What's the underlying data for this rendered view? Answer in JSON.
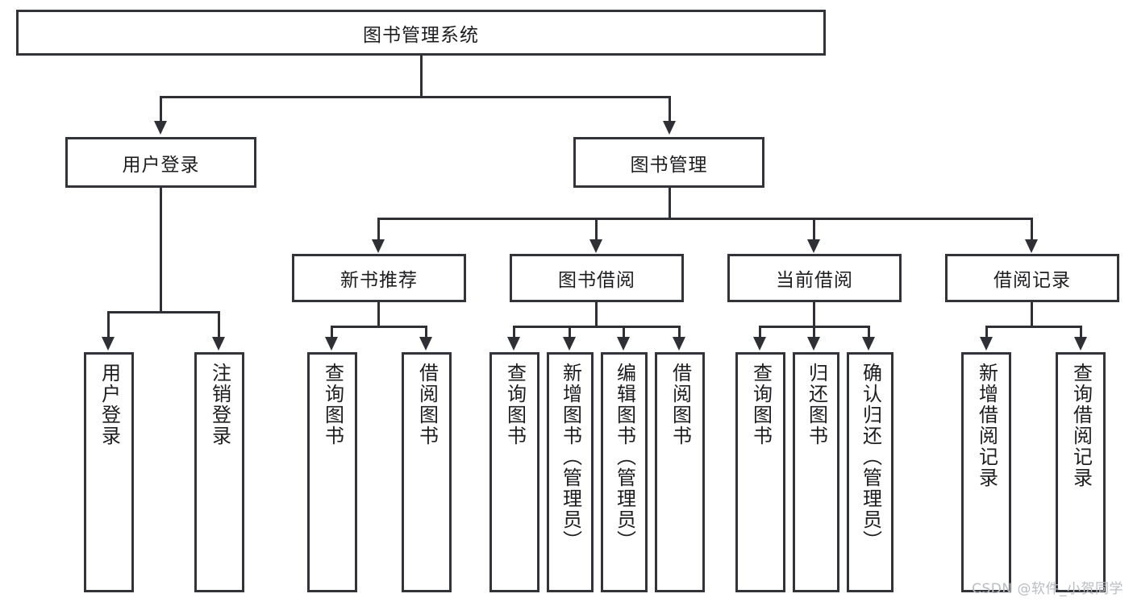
{
  "diagram": {
    "title": "图书管理系统",
    "root": {
      "label": "图书管理系统"
    },
    "level2": [
      {
        "label": "用户登录"
      },
      {
        "label": "图书管理"
      }
    ],
    "level3": [
      {
        "label": "新书推荐"
      },
      {
        "label": "图书借阅"
      },
      {
        "label": "当前借阅"
      },
      {
        "label": "借阅记录"
      }
    ],
    "leaves": {
      "user_login": [
        {
          "label": "用户登录"
        },
        {
          "label": "注销登录"
        }
      ],
      "new_book_recommend": [
        {
          "label": "查询图书"
        },
        {
          "label": "借阅图书"
        }
      ],
      "book_borrow": [
        {
          "label": "查询图书"
        },
        {
          "label": "新增图书（管理员）"
        },
        {
          "label": "编辑图书（管理员）"
        },
        {
          "label": "借阅图书"
        }
      ],
      "current_borrow": [
        {
          "label": "查询图书"
        },
        {
          "label": "归还图书"
        },
        {
          "label": "确认归还（管理员）"
        }
      ],
      "borrow_record": [
        {
          "label": "新增借阅记录"
        },
        {
          "label": "查询借阅记录"
        }
      ]
    }
  },
  "watermark": {
    "text": "CSDN @软件_小贺同学"
  },
  "colors": {
    "stroke": "#33343a",
    "text": "#1d1d20",
    "background": "#ffffff",
    "watermark": "#b9bcc2"
  }
}
